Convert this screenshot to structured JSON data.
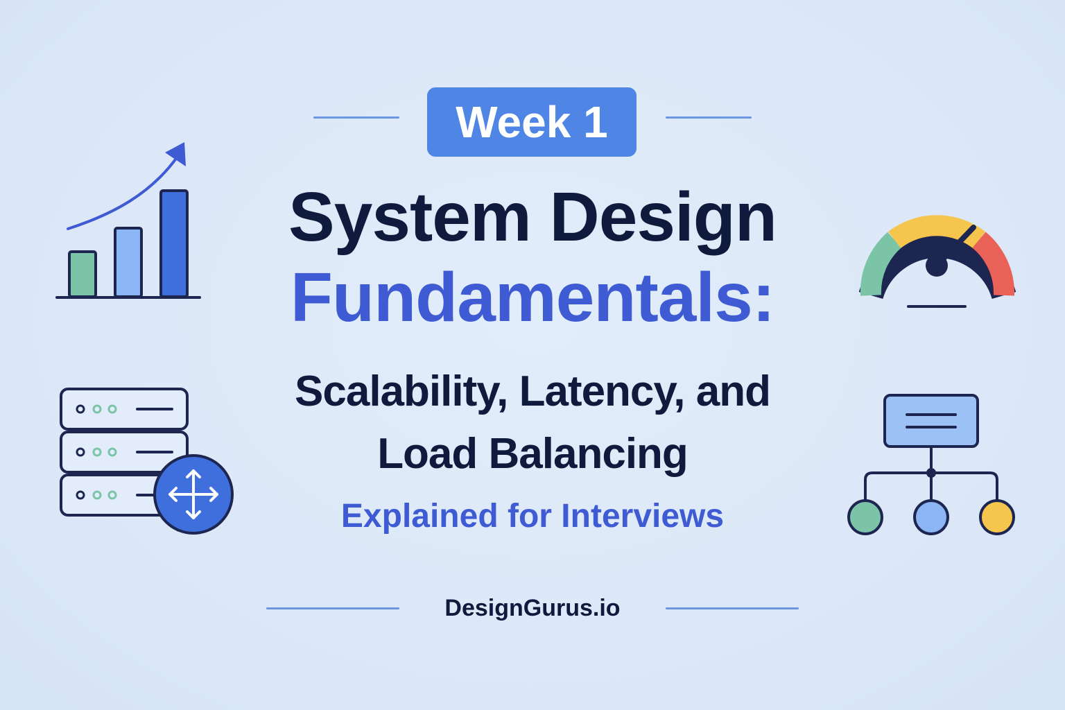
{
  "header": {
    "week_label": "Week 1"
  },
  "title": {
    "line1": "System Design",
    "line2": "Fundamentals:"
  },
  "subtitle": {
    "line1": "Scalability, Latency, and",
    "line2": "Load Balancing"
  },
  "tagline": "Explained for Interviews",
  "footer": {
    "brand": "DesignGurus.io"
  },
  "icons": {
    "growth_chart": "bar-chart-growth-icon",
    "speedometer": "speedometer-gauge-icon",
    "server_stack": "server-rack-load-balancer-icon",
    "hierarchy": "hierarchy-tree-icon"
  },
  "colors": {
    "background": "#dde9f8",
    "dark_text": "#0f1a3c",
    "accent_blue": "#3f5bd4",
    "badge_blue": "#4f86e6",
    "rule_blue": "#6a96e3",
    "green": "#7bc4a8",
    "light_blue": "#8cb6f3",
    "yellow": "#f6c54d",
    "red": "#ea6157",
    "outline": "#1c2650"
  }
}
